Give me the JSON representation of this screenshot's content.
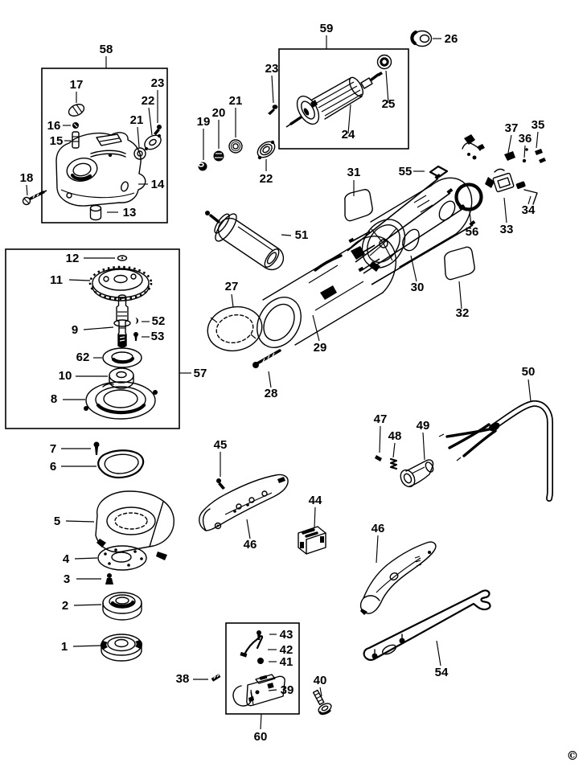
{
  "page": {
    "background": "#ffffff",
    "ink": "#000000",
    "copyright_mark": "©"
  },
  "diagram": {
    "kind": "exploded-parts-diagram",
    "labels": {
      "n1": "1",
      "n2": "2",
      "n3": "3",
      "n4": "4",
      "n5": "5",
      "n6": "6",
      "n7": "7",
      "n8": "8",
      "n9": "9",
      "n10": "10",
      "n11": "11",
      "n12": "12",
      "n13": "13",
      "n14": "14",
      "n15": "15",
      "n16": "16",
      "n17": "17",
      "n18": "18",
      "n19": "19",
      "n20": "20",
      "n21a": "21",
      "n21b": "21",
      "n22a": "22",
      "n22b": "22",
      "n23a": "23",
      "n23b": "23",
      "n24": "24",
      "n25": "25",
      "n26": "26",
      "n27": "27",
      "n28": "28",
      "n29": "29",
      "n30": "30",
      "n31": "31",
      "n32": "32",
      "n33": "33",
      "n34": "34",
      "n35": "35",
      "n36": "36",
      "n37": "37",
      "n38": "38",
      "n39": "39",
      "n40": "40",
      "n41": "41",
      "n42": "42",
      "n43": "43",
      "n44": "44",
      "n45": "45",
      "n46a": "46",
      "n46b": "46",
      "n47": "47",
      "n48": "48",
      "n49": "49",
      "n50": "50",
      "n51": "51",
      "n52": "52",
      "n53": "53",
      "n54": "54",
      "n55": "55",
      "n56": "56",
      "n57": "57",
      "n58": "58",
      "n59": "59",
      "n60": "60",
      "n62": "62"
    }
  }
}
